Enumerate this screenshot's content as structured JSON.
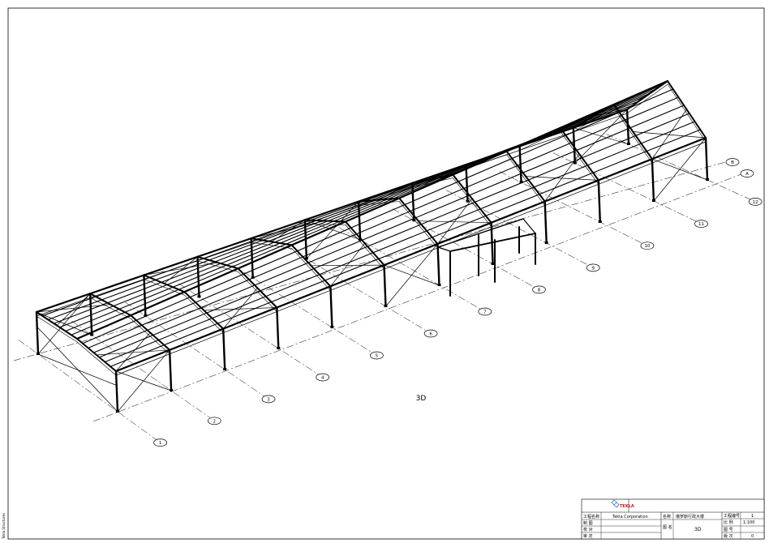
{
  "view_label": "3D",
  "grid_axes": {
    "numbered": [
      "1",
      "2",
      "3",
      "4",
      "5",
      "6",
      "7",
      "8",
      "9",
      "10",
      "11",
      "12"
    ],
    "lettered": [
      "A",
      "B"
    ]
  },
  "title_block": {
    "logo_text": "TEKLA",
    "company": "Tekla Corporation",
    "project_label": "工程名称",
    "drawn_label": "制 图",
    "checked_label": "校 对",
    "approved_label": "审 定",
    "name_label": "名称",
    "name_value": "俄罗斯行政大楼",
    "drawing_label": "图 名",
    "drawing_value": "3D",
    "job_no_label": "工程编号",
    "job_no_value": "1",
    "scale_label": "比 例",
    "scale_value": "1:100",
    "sheet_no_label": "图 号",
    "sheet_no_value": "",
    "revision_label": "版 次",
    "revision_value": "0"
  },
  "side_note": "Tekla Structures"
}
